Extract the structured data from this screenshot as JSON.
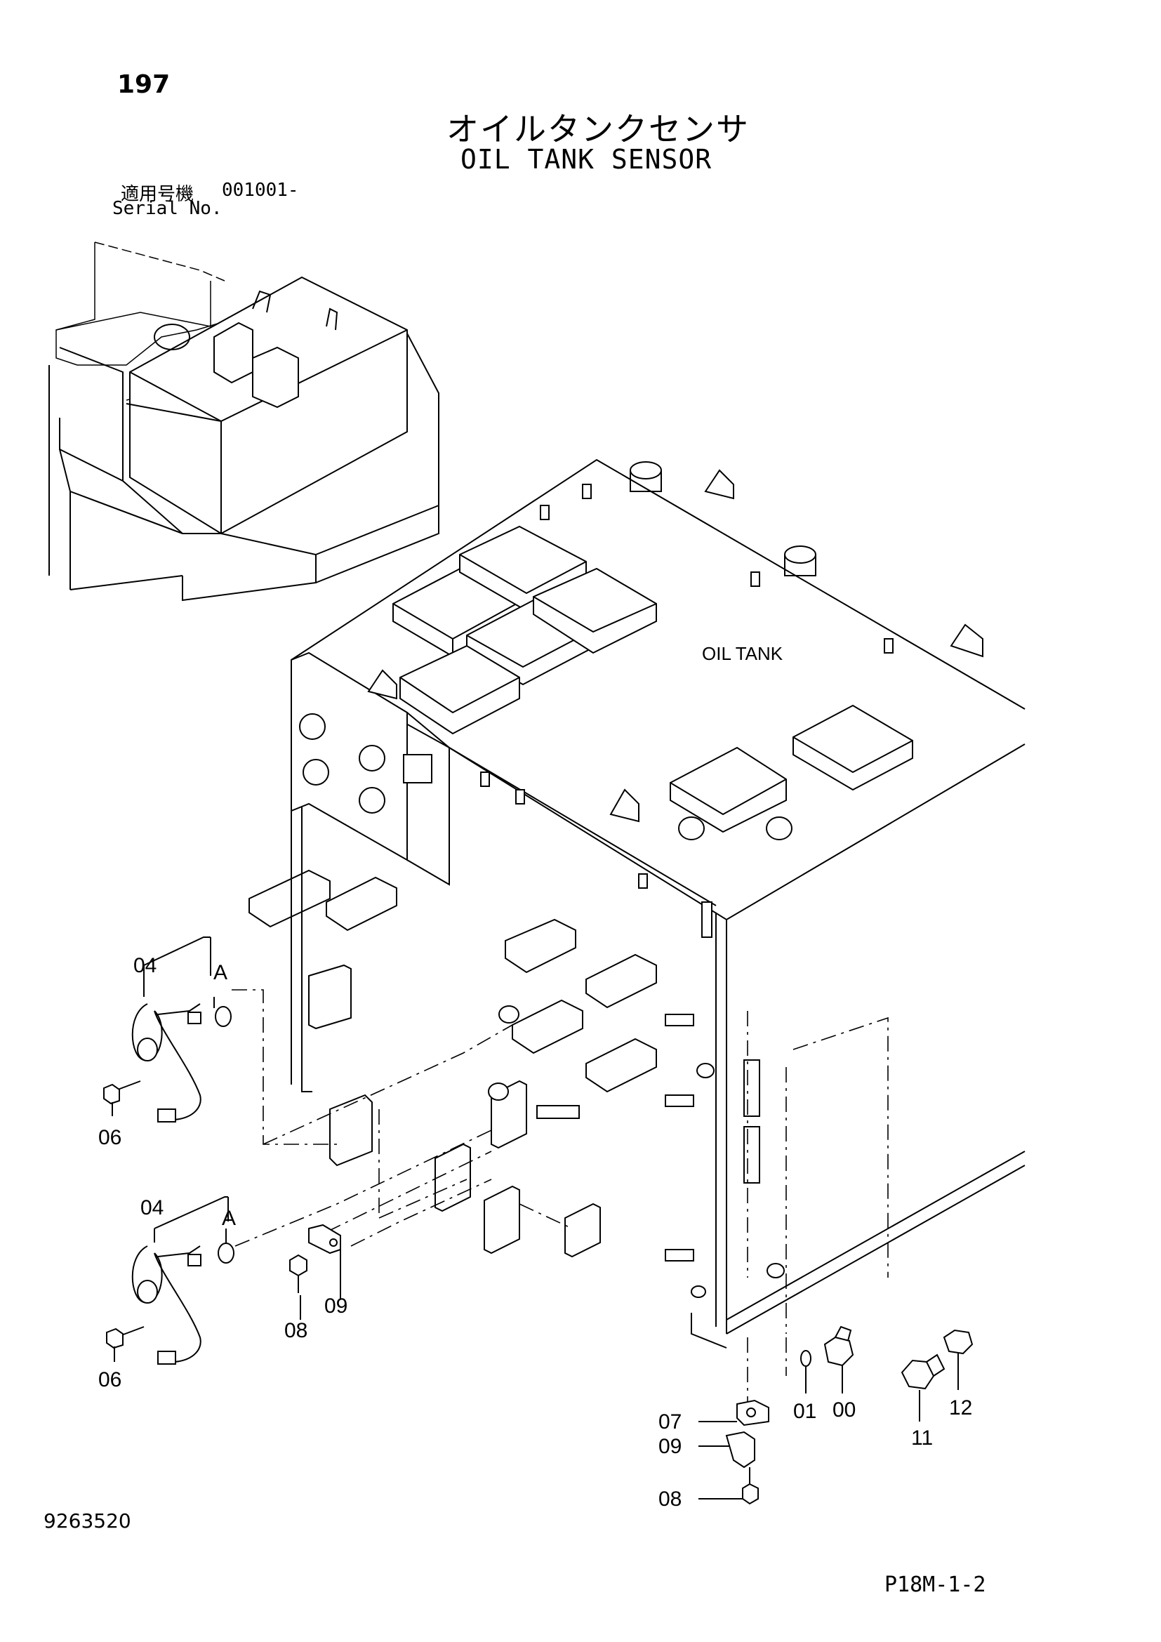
{
  "header": {
    "page_number": "197",
    "title_jp": "オイルタンクセンサ",
    "title_en": "OIL TANK SENSOR",
    "serial_label_jp": "適用号機",
    "serial_value": "001001-",
    "serial_label_en": "Serial No."
  },
  "diagram": {
    "tank_label": "OIL TANK",
    "callouts": {
      "upper_harness": "04",
      "upper_ref": "A",
      "upper_bolt": "06",
      "lower_harness": "04",
      "lower_ref": "A",
      "lower_bolt": "06",
      "clip_bolt": "08",
      "clip": "09",
      "bottom_bracket": "07",
      "bottom_clip": "09",
      "bottom_bolt": "08",
      "washer": "01",
      "sensor": "00",
      "adapter": "11",
      "plug": "12"
    }
  },
  "footer": {
    "part_number": "9263520",
    "page_code": "P18M-1-2"
  }
}
